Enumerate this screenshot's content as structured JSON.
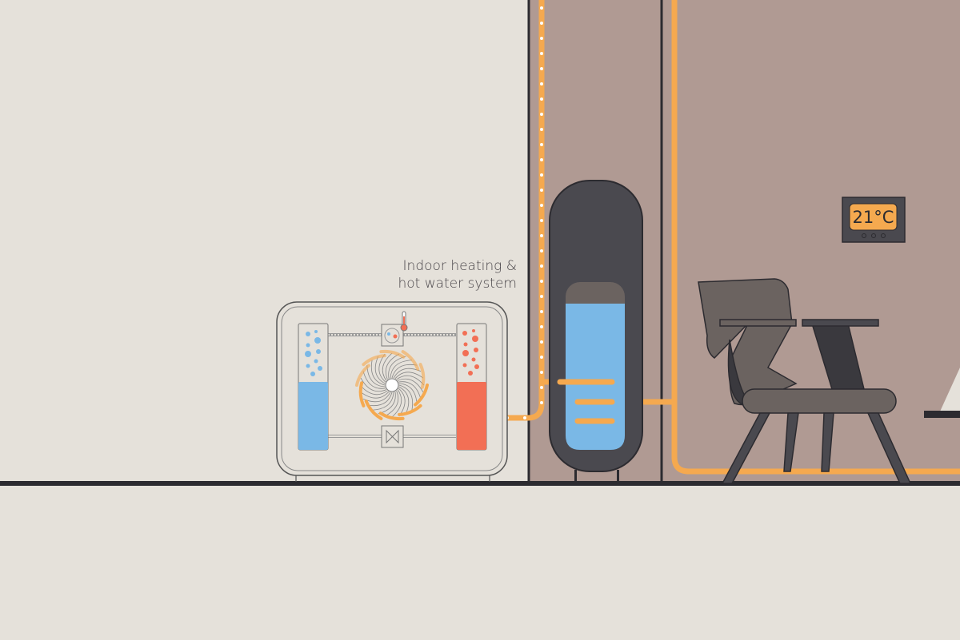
{
  "label": {
    "line1": "Indoor heating &",
    "line2": "hot water system"
  },
  "thermostat": {
    "display": "21°C"
  },
  "colors": {
    "background": "#e5e1da",
    "wall": "#b09a93",
    "pipe": "#f5a94f",
    "cold_water": "#7ab8e6",
    "hot_water": "#f26f55",
    "dark": "#4a494f",
    "outline": "#2c2b30"
  },
  "icons": [
    "heat-pump-unit",
    "fan",
    "thermometer",
    "expansion-valve",
    "hot-water-tank",
    "thermostat",
    "chair"
  ]
}
